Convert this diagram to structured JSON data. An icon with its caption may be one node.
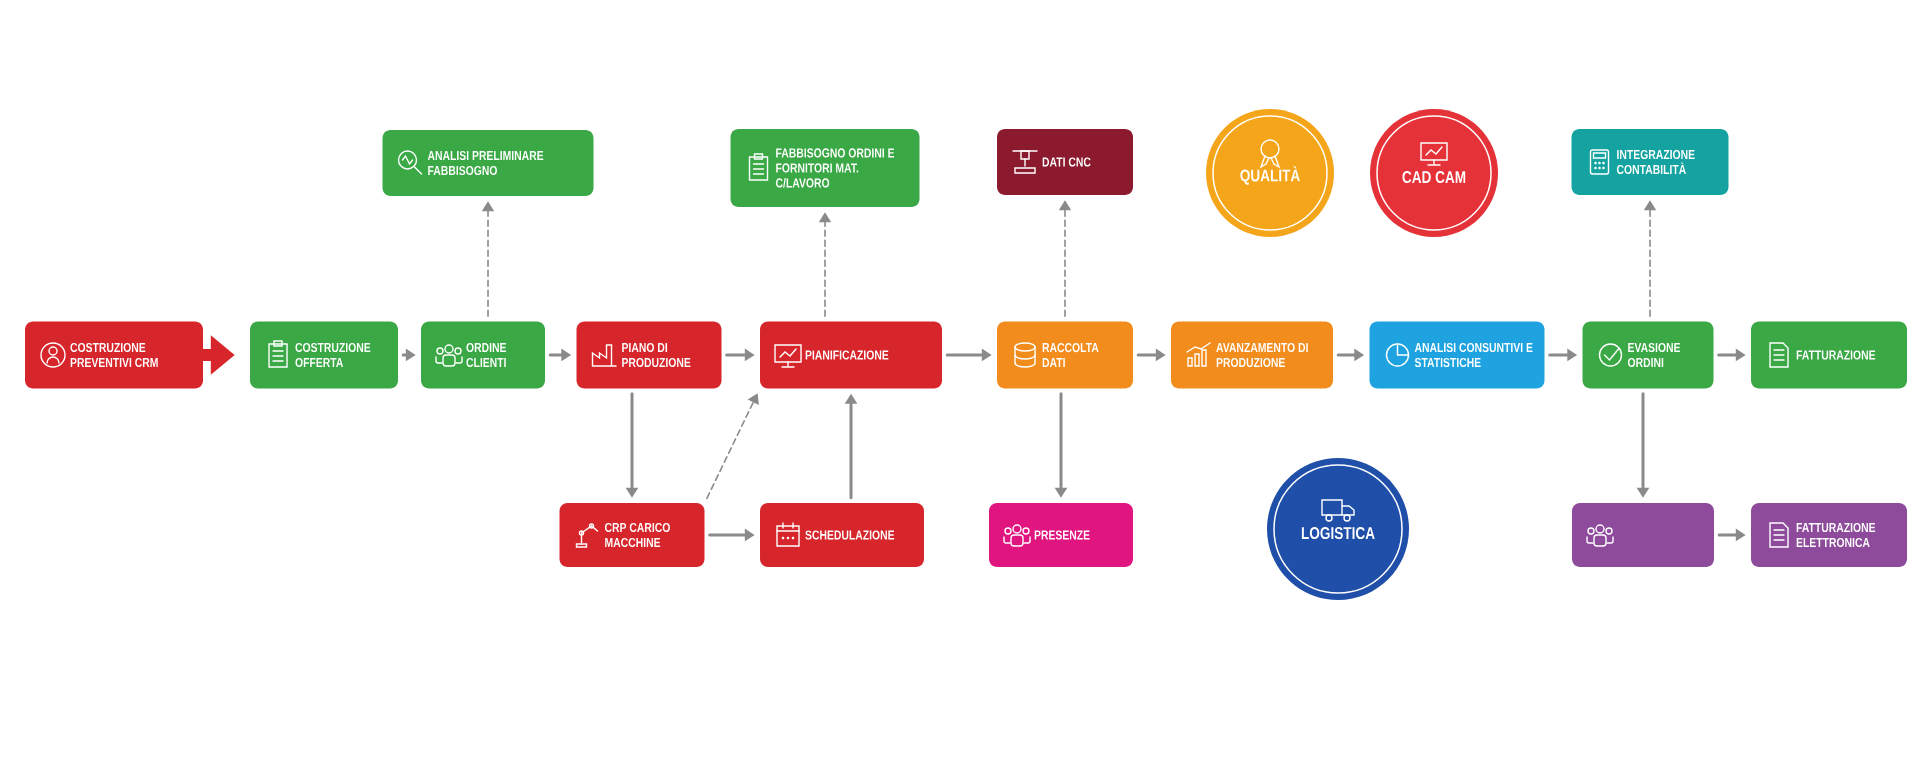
{
  "diagram": {
    "nodes": [
      {
        "text": [
          "ANALISI PRELIMINARE FABBISOGNO"
        ]
      },
      {
        "text": [
          "FABBISOGNO ORDINI E FORNITORI MAT. C/LAVORO"
        ]
      },
      {
        "text": [
          "DATI CNC"
        ]
      },
      {
        "text": [
          "QUALITÀ"
        ]
      },
      {
        "text": [
          "CAD CAM"
        ]
      },
      {
        "text": [
          "INTEGRAZIONE CONTABILITÀ"
        ]
      },
      {
        "text": [
          "COSTRUZIONE PREVENTIVI CRM"
        ]
      },
      {
        "text": [
          "COSTRUZIONE OFFERTA"
        ]
      },
      {
        "text": [
          "ORDINE CLIENTI"
        ]
      },
      {
        "text": [
          "PIANO DI PRODUZIONE"
        ]
      },
      {
        "text": [
          "PIANIFICAZIONE"
        ]
      },
      {
        "text": [
          "RACCOLTA DATI"
        ]
      },
      {
        "text": [
          "AVANZAMENTO DI PRODUZIONE"
        ]
      },
      {
        "text": [
          "ANALISI CONSUNTIVI E STATISTICHE"
        ]
      },
      {
        "text": [
          "EVASIONE ORDINI"
        ]
      },
      {
        "text": [
          "FATTURAZIONE"
        ]
      },
      {
        "text": [
          "CRP CARICO MACCHINE"
        ]
      },
      {
        "text": [
          "SCHEDULAZIONE"
        ]
      },
      {
        "text": [
          "PRESENZE"
        ]
      },
      {
        "text": [
          "LOGISTICA"
        ]
      },
      {
        "text": [],
        "shape": "box"
      },
      {
        "text": [
          "FATTURAZIONE ELETTRONICA"
        ]
      }
    ],
    "edges": [
      {
        "from": 6,
        "to": 7,
        "arrow": "to",
        "style": "thick",
        "color": "#d7262b"
      },
      {
        "from": 7,
        "to": 8,
        "arrow": "to"
      },
      {
        "from": 8,
        "to": 9,
        "arrow": "to"
      },
      {
        "from": 9,
        "to": 10,
        "arrow": "to"
      },
      {
        "from": 10,
        "to": 11,
        "arrow": "to"
      },
      {
        "from": 11,
        "to": 12,
        "arrow": "to"
      },
      {
        "from": 12,
        "to": 13,
        "arrow": "to"
      },
      {
        "from": 13,
        "to": 14,
        "arrow": "to"
      },
      {
        "from": 14,
        "to": 15,
        "arrow": "to"
      },
      {
        "from": 8,
        "to": 0,
        "arrow": "to",
        "style": "dashed"
      },
      {
        "from": 10,
        "to": 1,
        "arrow": "to",
        "style": "dashed"
      },
      {
        "from": 11,
        "to": 2,
        "arrow": "to",
        "style": "dashed"
      },
      {
        "from": 14,
        "to": 5,
        "arrow": "to",
        "style": "dashed"
      },
      {
        "from": 9,
        "to": 16,
        "arrow": "to"
      },
      {
        "from": 16,
        "to": 17,
        "arrow": "to"
      },
      {
        "from": 16,
        "to": 10,
        "arrow": "to",
        "style": "dashed"
      },
      {
        "from": 17,
        "to": 10,
        "arrow": "to"
      },
      {
        "from": 11,
        "to": 18,
        "arrow": "to"
      },
      {
        "from": 14,
        "to": 20,
        "arrow": "to"
      },
      {
        "from": 20,
        "to": 21,
        "arrow": "to"
      }
    ]
  }
}
